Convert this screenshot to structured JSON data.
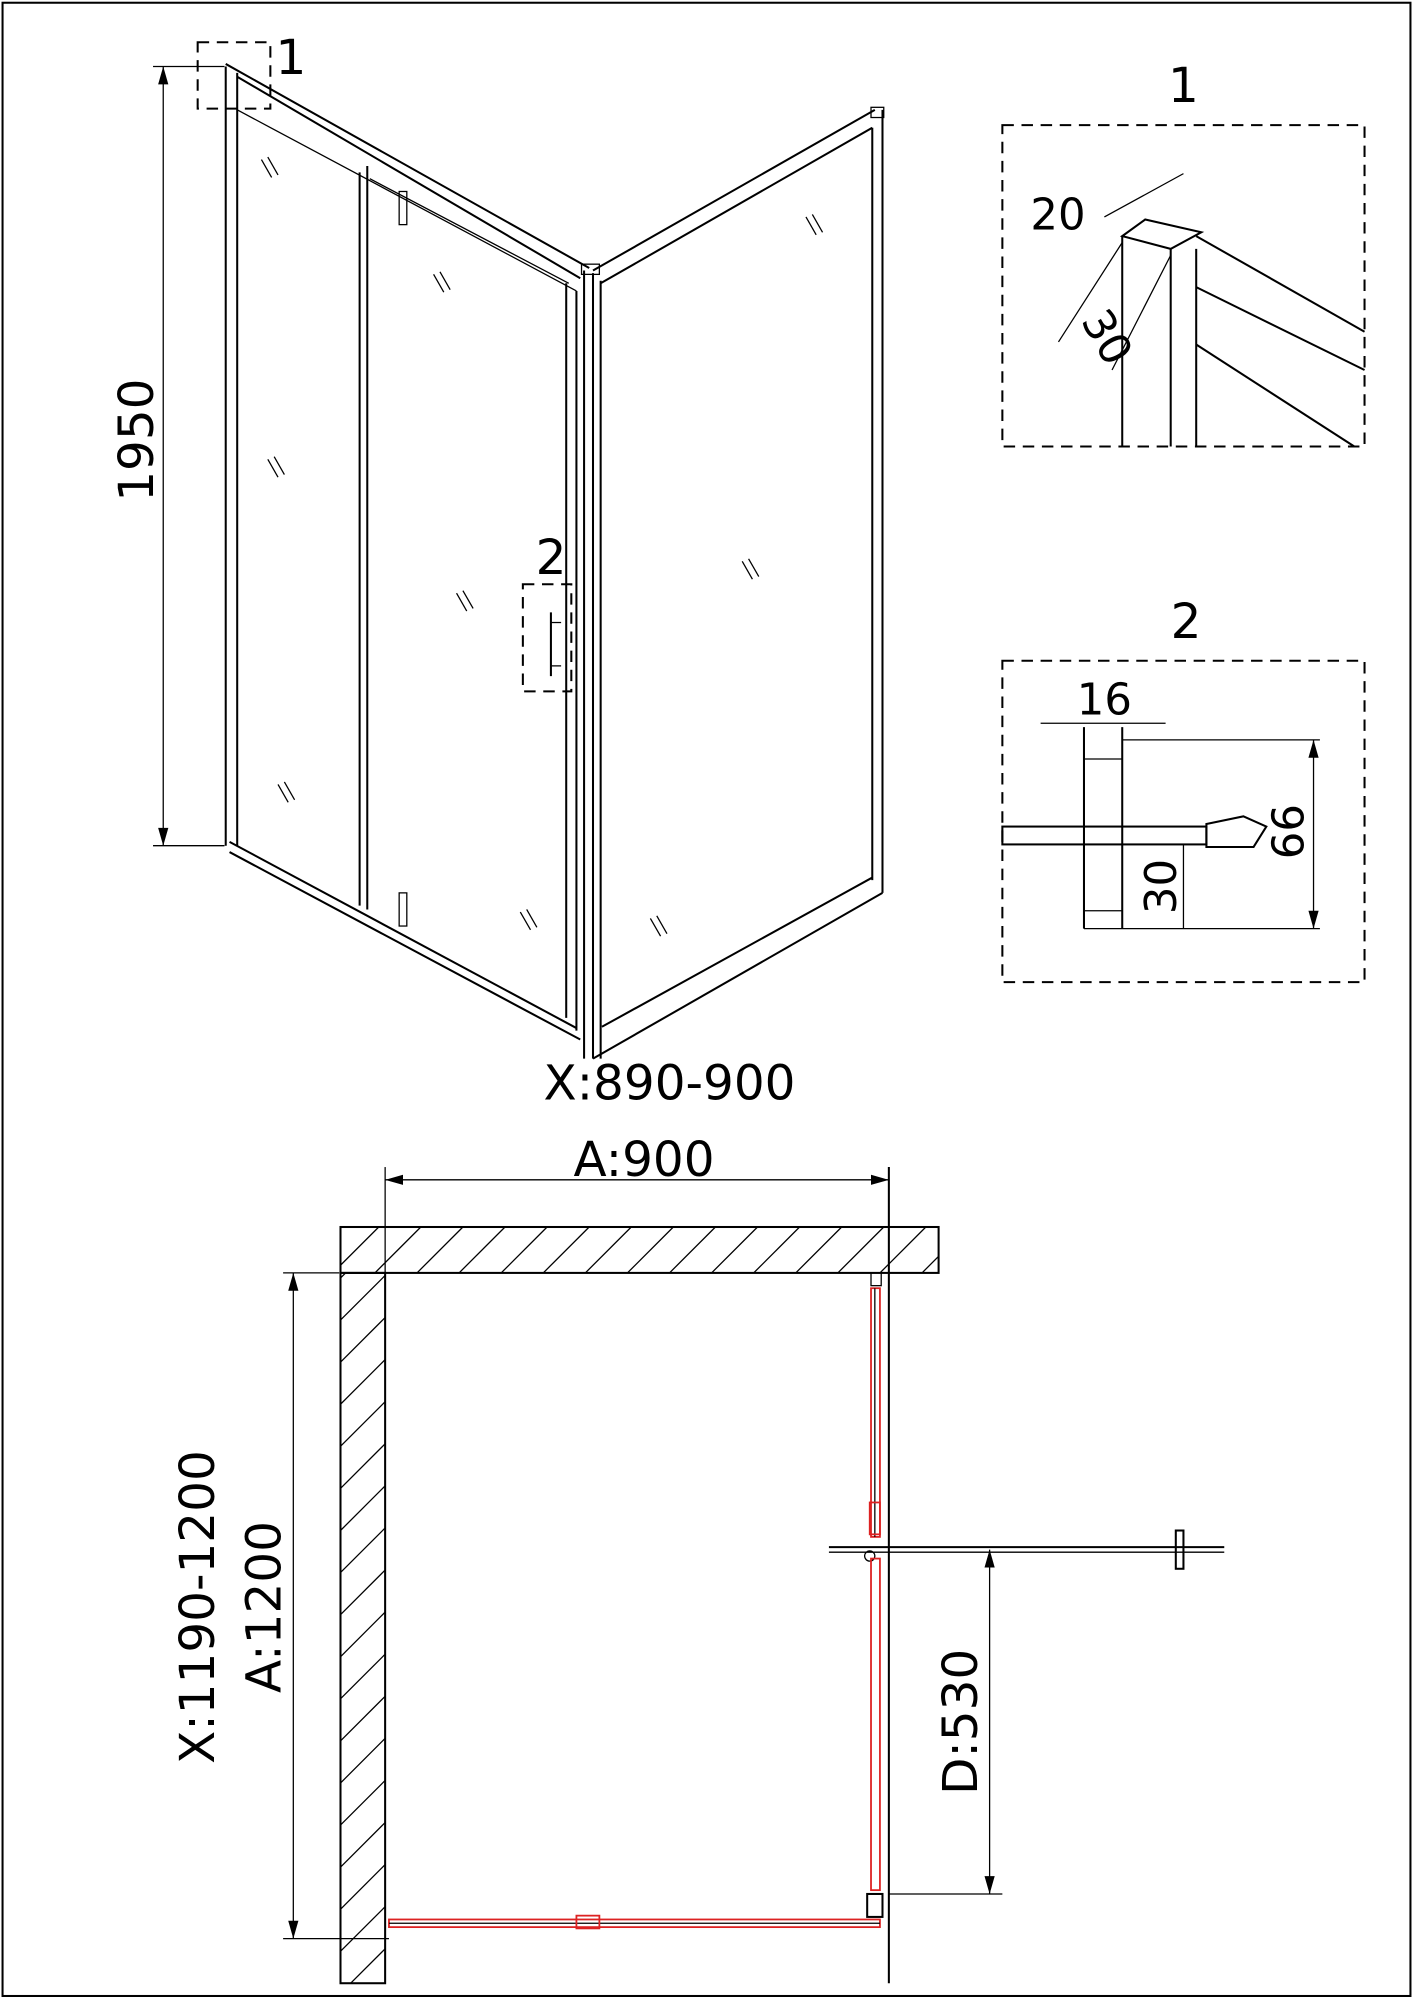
{
  "perspective": {
    "height_dim": "1950",
    "width_dim": "X:890-900",
    "detail1_callout": "1",
    "detail2_callout": "2"
  },
  "detail1": {
    "label": "1",
    "dim_width": "20",
    "dim_depth": "30"
  },
  "detail2": {
    "label": "2",
    "dim_thickness": "16",
    "dim_height": "66",
    "dim_offset": "30"
  },
  "plan": {
    "width_dim": "A:900",
    "depth_dim": "A:1200",
    "depth_range": "X:1190-1200",
    "door_dim": "D:530"
  },
  "colors": {
    "line": "#000000",
    "panel": "#dd2222"
  }
}
